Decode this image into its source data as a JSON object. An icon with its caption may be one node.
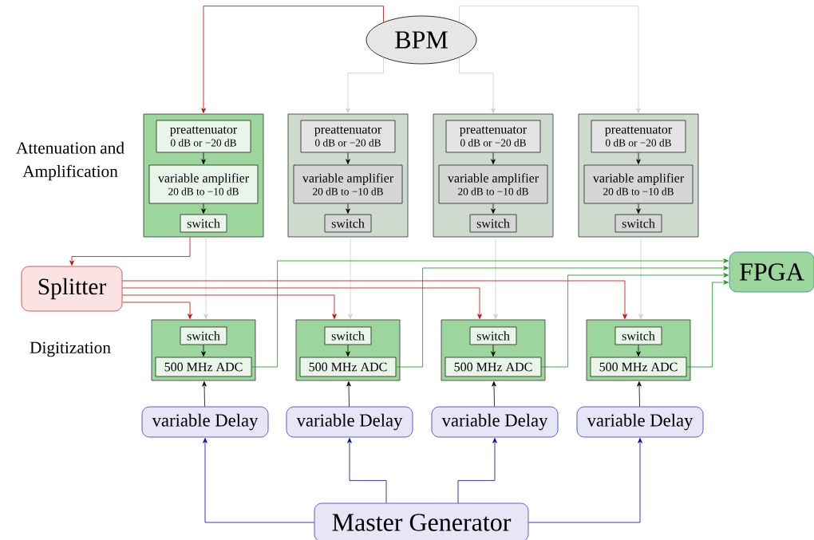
{
  "diagram": {
    "nodes": [
      {
        "text": [
          "BPM"
        ]
      },
      {
        "text": [],
        "shape": "box"
      },
      {
        "text": [
          "preattenuator",
          "0 dB or −20 dB"
        ],
        "in": 1
      },
      {
        "text": [
          "variable amplifier",
          "20 dB to −10 dB"
        ],
        "in": 1
      },
      {
        "text": [
          "switch"
        ],
        "in": 1
      },
      {
        "text": [],
        "shape": "box"
      },
      {
        "text": [
          "preattenuator",
          "0 dB or −20 dB"
        ],
        "in": 5
      },
      {
        "text": [
          "variable amplifier",
          "20 dB to −10 dB"
        ],
        "in": 5
      },
      {
        "text": [
          "switch"
        ],
        "in": 5
      },
      {
        "text": [],
        "shape": "box"
      },
      {
        "text": [
          "preattenuator",
          "0 dB or −20 dB"
        ],
        "in": 9
      },
      {
        "text": [
          "variable amplifier",
          "20 dB to −10 dB"
        ],
        "in": 9
      },
      {
        "text": [
          "switch"
        ],
        "in": 9
      },
      {
        "text": [],
        "shape": "box"
      },
      {
        "text": [
          "preattenuator",
          "0 dB or −20 dB"
        ],
        "in": 13
      },
      {
        "text": [
          "variable amplifier",
          "20 dB to −10 dB"
        ],
        "in": 13
      },
      {
        "text": [
          "switch"
        ],
        "in": 13
      },
      {
        "text": [
          "Splitter"
        ]
      },
      {
        "text": [
          "FPGA"
        ]
      },
      {
        "text": [],
        "shape": "box"
      },
      {
        "text": [
          "switch"
        ],
        "in": 19
      },
      {
        "text": [
          "500 MHz ADC"
        ],
        "in": 19
      },
      {
        "text": [],
        "shape": "box"
      },
      {
        "text": [
          "switch"
        ],
        "in": 22
      },
      {
        "text": [
          "500 MHz ADC"
        ],
        "in": 22
      },
      {
        "text": [],
        "shape": "box"
      },
      {
        "text": [
          "switch"
        ],
        "in": 25
      },
      {
        "text": [
          "500 MHz ADC"
        ],
        "in": 25
      },
      {
        "text": [],
        "shape": "box"
      },
      {
        "text": [
          "switch"
        ],
        "in": 28
      },
      {
        "text": [
          "500 MHz ADC"
        ],
        "in": 28
      },
      {
        "text": [
          "variable Delay"
        ]
      },
      {
        "text": [
          "variable Delay"
        ]
      },
      {
        "text": [
          "variable Delay"
        ]
      },
      {
        "text": [
          "variable Delay"
        ]
      },
      {
        "text": [
          "Master Generator"
        ]
      }
    ],
    "edges": [
      {
        "from": 0,
        "to": 1,
        "arrow": "to",
        "color": "#cc0000"
      },
      {
        "from": 0,
        "to": 5,
        "arrow": "to",
        "color": "#cccccc"
      },
      {
        "from": 0,
        "to": 9,
        "arrow": "to",
        "color": "#cccccc"
      },
      {
        "from": 0,
        "to": 13,
        "arrow": "to",
        "color": "#cccccc"
      },
      {
        "from": 2,
        "to": 3,
        "arrow": "to"
      },
      {
        "from": 3,
        "to": 4,
        "arrow": "to"
      },
      {
        "from": 6,
        "to": 7,
        "arrow": "to"
      },
      {
        "from": 7,
        "to": 8,
        "arrow": "to"
      },
      {
        "from": 10,
        "to": 11,
        "arrow": "to"
      },
      {
        "from": 11,
        "to": 12,
        "arrow": "to"
      },
      {
        "from": 14,
        "to": 15,
        "arrow": "to"
      },
      {
        "from": 15,
        "to": 16,
        "arrow": "to"
      },
      {
        "from": 1,
        "to": 17,
        "arrow": "to",
        "color": "#cc0000"
      },
      {
        "from": 1,
        "to": 19,
        "arrow": "to",
        "color": "#cccccc"
      },
      {
        "from": 5,
        "to": 22,
        "arrow": "to",
        "color": "#cccccc"
      },
      {
        "from": 9,
        "to": 25,
        "arrow": "to",
        "color": "#cccccc"
      },
      {
        "from": 13,
        "to": 28,
        "arrow": "to",
        "color": "#cccccc"
      },
      {
        "from": 17,
        "to": 19,
        "arrow": "to",
        "color": "#cc0000"
      },
      {
        "from": 17,
        "to": 22,
        "arrow": "to",
        "color": "#cc0000"
      },
      {
        "from": 17,
        "to": 25,
        "arrow": "to",
        "color": "#cc0000"
      },
      {
        "from": 17,
        "to": 28,
        "arrow": "to",
        "color": "#cc0000"
      },
      {
        "from": 20,
        "to": 21,
        "arrow": "to"
      },
      {
        "from": 23,
        "to": 24,
        "arrow": "to"
      },
      {
        "from": 26,
        "to": 27,
        "arrow": "to"
      },
      {
        "from": 29,
        "to": 30,
        "arrow": "to"
      },
      {
        "from": 21,
        "to": 18,
        "arrow": "to",
        "color": "#119911"
      },
      {
        "from": 24,
        "to": 18,
        "arrow": "to",
        "color": "#119911"
      },
      {
        "from": 27,
        "to": 18,
        "arrow": "to",
        "color": "#119911"
      },
      {
        "from": 30,
        "to": 18,
        "arrow": "to",
        "color": "#119911"
      },
      {
        "from": 31,
        "to": 19,
        "arrow": "to"
      },
      {
        "from": 32,
        "to": 22,
        "arrow": "to"
      },
      {
        "from": 33,
        "to": 25,
        "arrow": "to"
      },
      {
        "from": 34,
        "to": 28,
        "arrow": "to"
      },
      {
        "from": 35,
        "to": 31,
        "arrow": "to",
        "color": "#0000bb"
      },
      {
        "from": 35,
        "to": 32,
        "arrow": "to",
        "color": "#0000bb"
      },
      {
        "from": 35,
        "to": 33,
        "arrow": "to",
        "color": "#0000bb"
      },
      {
        "from": 35,
        "to": 34,
        "arrow": "to",
        "color": "#0000bb"
      }
    ],
    "labels": [
      "Attenuation and Amplification",
      "Digitization"
    ]
  }
}
